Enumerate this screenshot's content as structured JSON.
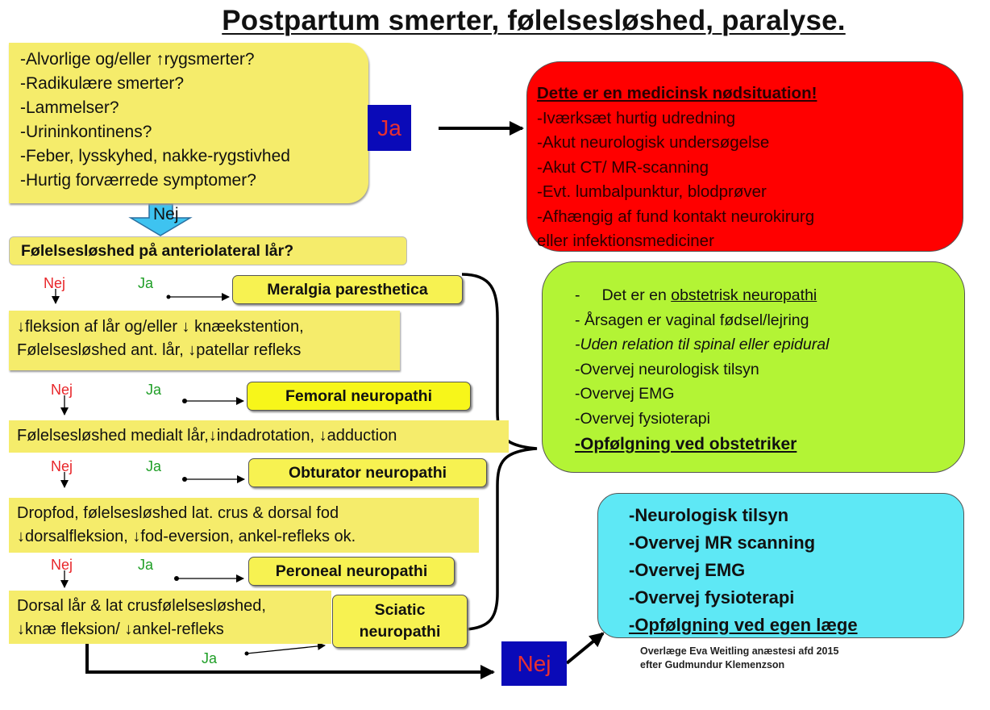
{
  "title": "Postpartum smerter, følelsesløshed, paralyse.",
  "top_questions": [
    "-Alvorlige og/eller ↑rygsmerter?",
    "-Radikulære smerter?",
    "-Lammelser?",
    "-Urininkontinens?",
    "-Feber, lysskyhed, nakke-rygstivhed",
    "-Hurtig forværrede symptomer?"
  ],
  "ja_top": "Ja",
  "nej_arrow": "Nej",
  "emergency": {
    "heading": "Dette er en medicinsk nødsituation!",
    "items": [
      "-Iværksæt  hurtig udredning",
      "-Akut neurologisk undersøgelse",
      "-Akut CT/ MR-scanning",
      "-Evt. lumbalpunktur, blodprøver",
      "-Afhængig af fund kontakt neurokirurg",
      "eller infektionsmediciner"
    ]
  },
  "steps": {
    "q1": "Følelsesløshed på anteriolateral lår?",
    "r1": "Meralgia paresthetica",
    "q2_lines": [
      "↓fleksion af lår og/eller ↓ knæekstention,",
      "Følelsesløshed ant. lår, ↓patellar refleks"
    ],
    "r2": "Femoral neuropathi",
    "q3": "Følelsesløshed medialt lår,↓indadrotation, ↓adduction",
    "r3": "Obturator neuropathi",
    "q4_lines": [
      "Dropfod, følelsesløshed lat. crus & dorsal fod",
      "↓dorsalfleksion, ↓fod-eversion, ankel-refleks ok."
    ],
    "r4": "Peroneal neuropathi",
    "q5_lines": [
      "Dorsal lår & lat crusfølelsesløshed,",
      "↓knæ fleksion/ ↓ankel-refleks"
    ],
    "r5_lines": [
      "Sciatic",
      "neuropathi"
    ]
  },
  "labels": {
    "nej": "Nej",
    "ja": "Ja"
  },
  "obstetric": {
    "line1_prefix": "-     Det er en ",
    "line1_underlined": "obstetrisk neuropathi",
    "items": [
      "- Årsagen er vaginal fødsel/lejring",
      "-Uden relation til spinal eller epidural",
      "-Overvej neurologisk tilsyn",
      "-Overvej EMG",
      "-Overvej fysioterapi"
    ],
    "last": "-Opfølgning ved  obstetriker"
  },
  "bottom_nej": "Nej",
  "neuro": {
    "items": [
      "-Neurologisk tilsyn",
      "-Overvej MR scanning",
      "-Overvej EMG",
      "-Overvej fysioterapi"
    ],
    "last": "-Opfølgning ved egen læge"
  },
  "credit": [
    "Overlæge Eva Weitling anæstesi afd 2015",
    "efter Gudmundur Klemenzson"
  ],
  "colors": {
    "yellow": "#f5ec6b",
    "red": "#ff0000",
    "green": "#b3f435",
    "cyan": "#5ee8f5",
    "navy": "#0a0ab8"
  }
}
